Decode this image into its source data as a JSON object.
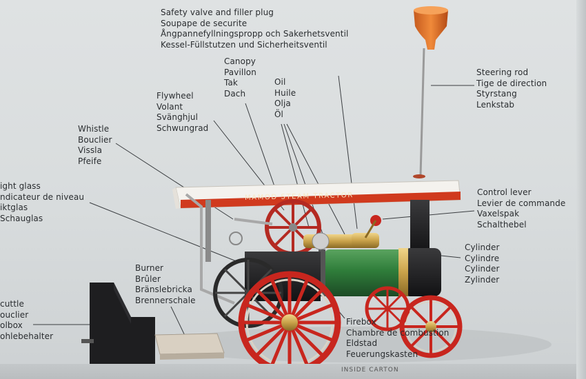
{
  "labels": {
    "safety_valve": [
      "Safety valve and filler plug",
      "Soupape de securite",
      "Ångpannefyllningspropp och Sakerhetsventil",
      "Kessel-Füllstutzen und Sicherheitsventil"
    ],
    "canopy": [
      "Canopy",
      "Pavillon",
      "Tak",
      "Dach"
    ],
    "oil": [
      "Oil",
      "Huile",
      "Olja",
      "Öl"
    ],
    "flywheel": [
      "Flywheel",
      "Volant",
      "Svänghjul",
      "Schwungrad"
    ],
    "whistle": [
      "Whistle",
      "Bouclier",
      "Vissla",
      "Pfeife"
    ],
    "sight_glass": [
      "ight glass",
      "ndicateur de niveau",
      "iktglas",
      "Schauglas"
    ],
    "steering_rod": [
      "Steering rod",
      "Tige de direction",
      "Styrstang",
      "Lenkstab"
    ],
    "control_lever": [
      "Control lever",
      "Levier de commande",
      "Vaxelspak",
      "Schalthebel"
    ],
    "cylinder": [
      "Cylinder",
      "Cylindre",
      "Cylinder",
      "Zylinder"
    ],
    "burner": [
      "Burner",
      "Brûler",
      "Bränslebricka",
      "Brennerschale"
    ],
    "scuttle": [
      "cuttle",
      "ouclier",
      "olbox",
      "ohlebehalter"
    ],
    "firebox": [
      "Firebox",
      "Chambre de combustion",
      "Eldstad",
      "Feuerungskasten"
    ]
  },
  "canopy_text": "MAMOD STEAM TRACTOR",
  "bottom_text": "INSIDE CARTON",
  "colors": {
    "background": "#dadedf",
    "canopy": "#f4f2ee",
    "canopy_stripe": "#d03a1e",
    "wheel_red": "#c8261e",
    "boiler_green": "#2f7d3a",
    "brass": "#c9a24a",
    "black": "#1c1c1e"
  }
}
